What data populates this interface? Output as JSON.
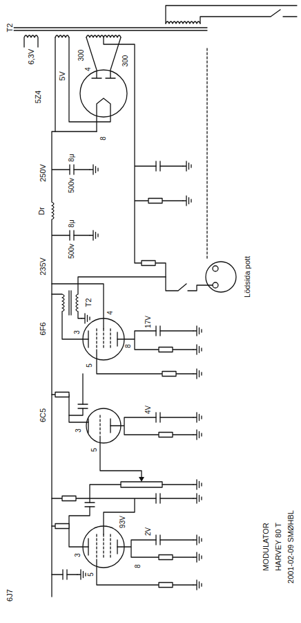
{
  "diagram": {
    "labels": [
      "T2",
      "6,3V",
      "5V",
      "300",
      "300",
      "5Z4",
      "4",
      "8",
      "250V",
      "8μ",
      "500v",
      "Dr",
      "8μ",
      "500v",
      "235V",
      "T2",
      "6F6",
      "3",
      "4",
      "5",
      "8",
      "17V",
      "6C5",
      "3",
      "5",
      "4V",
      "6J7",
      "3",
      "5",
      "8",
      "93V",
      "2V",
      "Lödsida pott",
      "MODULATOR",
      "HARVEY 80 T",
      "2001-02-09 SMØHBL"
    ]
  }
}
